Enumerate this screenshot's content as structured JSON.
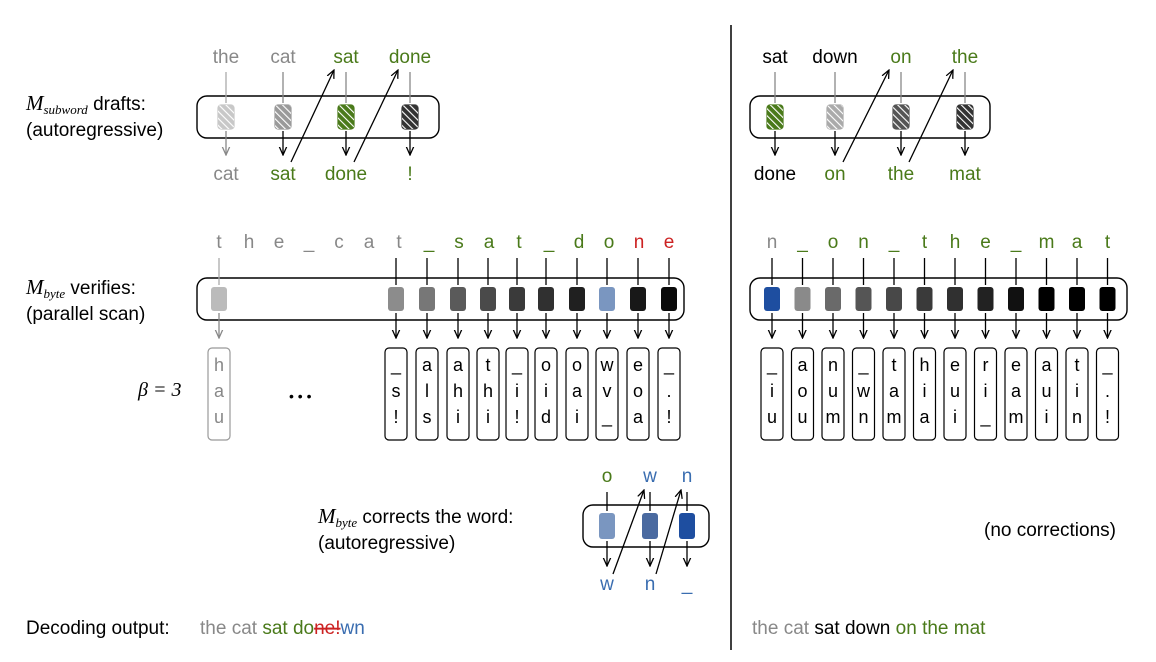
{
  "colors": {
    "gray": "#888888",
    "green": "#4a7a1a",
    "red": "#cc2222",
    "blue": "#3a6db0",
    "black": "#000000",
    "lightgray": "#bbbbbb"
  },
  "labels": {
    "draft_M": "M",
    "draft_sub": "subword",
    "draft_line1": " drafts:",
    "draft_line2": "(autoregressive)",
    "verify_M": "M",
    "verify_sub": "byte",
    "verify_line1": " verifies:",
    "verify_line2": "(parallel scan)",
    "correct_M": "M",
    "correct_sub": "byte",
    "correct_line1": " corrects the word:",
    "correct_line2": "(autoregressive)",
    "beta": "β = 3",
    "no_corrections": "(no corrections)",
    "decoding_output": "Decoding output:",
    "ellipsis": "• • •"
  },
  "left_draft": {
    "inputs": [
      {
        "text": "the",
        "color": "gray"
      },
      {
        "text": "cat",
        "color": "gray"
      },
      {
        "text": "sat",
        "color": "green"
      },
      {
        "text": "done",
        "color": "green"
      }
    ],
    "outputs": [
      {
        "text": "cat",
        "color": "gray"
      },
      {
        "text": "sat",
        "color": "green"
      },
      {
        "text": "done",
        "color": "green"
      },
      {
        "text": "!",
        "color": "green"
      }
    ],
    "cell_colors": [
      "#c8c8c8",
      "#9a9a9a",
      "#4a7a1a",
      "#333333"
    ]
  },
  "right_draft": {
    "inputs": [
      {
        "text": "sat",
        "color": "black"
      },
      {
        "text": "down",
        "color": "black"
      },
      {
        "text": "on",
        "color": "green"
      },
      {
        "text": "the",
        "color": "green"
      }
    ],
    "outputs": [
      {
        "text": "done",
        "color": "black"
      },
      {
        "text": "on",
        "color": "green"
      },
      {
        "text": "the",
        "color": "green"
      },
      {
        "text": "mat",
        "color": "green"
      }
    ],
    "cell_colors": [
      "#4a7a1a",
      "#aaaaaa",
      "#555555",
      "#333333"
    ]
  },
  "left_bytes": [
    {
      "text": "t",
      "color": "gray"
    },
    {
      "text": "h",
      "color": "gray"
    },
    {
      "text": "e",
      "color": "gray"
    },
    {
      "text": "_",
      "color": "gray"
    },
    {
      "text": "c",
      "color": "gray"
    },
    {
      "text": "a",
      "color": "gray"
    },
    {
      "text": "t",
      "color": "gray"
    },
    {
      "text": "_",
      "color": "green"
    },
    {
      "text": "s",
      "color": "green"
    },
    {
      "text": "a",
      "color": "green"
    },
    {
      "text": "t",
      "color": "green"
    },
    {
      "text": "_",
      "color": "green"
    },
    {
      "text": "d",
      "color": "green"
    },
    {
      "text": "o",
      "color": "green"
    },
    {
      "text": "n",
      "color": "red"
    },
    {
      "text": "e",
      "color": "red"
    }
  ],
  "left_cells": [
    "#bbbbbb",
    "#8c8c8c",
    "#777777",
    "#5a5a5a",
    "#4a4a4a",
    "#3a3a3a",
    "#303030",
    "#202020",
    "#7a96c0",
    "#181818",
    "#0a0a0a"
  ],
  "left_cands": [
    [
      "h",
      "a",
      "u"
    ],
    [
      "_",
      "s",
      "!"
    ],
    [
      "a",
      "l",
      "s"
    ],
    [
      "a",
      "h",
      "i"
    ],
    [
      "t",
      "h",
      "i"
    ],
    [
      "_",
      "i",
      "!"
    ],
    [
      "o",
      "i",
      "d"
    ],
    [
      "o",
      "a",
      "i"
    ],
    [
      "w",
      "v",
      "_"
    ],
    [
      "e",
      "o",
      "a"
    ],
    [
      "_",
      ".",
      "!"
    ]
  ],
  "right_bytes": [
    {
      "text": "n",
      "color": "gray"
    },
    {
      "text": "_",
      "color": "green"
    },
    {
      "text": "o",
      "color": "green"
    },
    {
      "text": "n",
      "color": "green"
    },
    {
      "text": "_",
      "color": "green"
    },
    {
      "text": "t",
      "color": "green"
    },
    {
      "text": "h",
      "color": "green"
    },
    {
      "text": "e",
      "color": "green"
    },
    {
      "text": "_",
      "color": "green"
    },
    {
      "text": "m",
      "color": "green"
    },
    {
      "text": "a",
      "color": "green"
    },
    {
      "text": "t",
      "color": "green"
    }
  ],
  "right_cells": [
    "#1e4ea0",
    "#8a8a8a",
    "#6a6a6a",
    "#555555",
    "#484848",
    "#3a3a3a",
    "#303030",
    "#222222",
    "#111111",
    "#000000",
    "#000000",
    "#000000"
  ],
  "right_cands": [
    [
      "_",
      "i",
      "u"
    ],
    [
      "a",
      "o",
      "u"
    ],
    [
      "n",
      "u",
      "m"
    ],
    [
      "_",
      "w",
      "n"
    ],
    [
      "t",
      "a",
      "m"
    ],
    [
      "h",
      "i",
      "a"
    ],
    [
      "e",
      "u",
      "i"
    ],
    [
      "r",
      "i",
      "_"
    ],
    [
      "e",
      "a",
      "m"
    ],
    [
      "a",
      "u",
      "i"
    ],
    [
      "t",
      "i",
      "n"
    ],
    [
      "_",
      ".",
      "!"
    ]
  ],
  "correction": {
    "inputs": [
      {
        "text": "o",
        "color": "green"
      },
      {
        "text": "w",
        "color": "blue"
      },
      {
        "text": "n",
        "color": "blue"
      }
    ],
    "outputs": [
      {
        "text": "w",
        "color": "blue"
      },
      {
        "text": "n",
        "color": "blue"
      },
      {
        "text": "_",
        "color": "blue"
      }
    ],
    "cell_colors": [
      "#7a96c0",
      "#4a6aa0",
      "#1e4ea0"
    ]
  },
  "left_output": [
    {
      "text": "the cat ",
      "color": "gray"
    },
    {
      "text": "sat do",
      "color": "green"
    },
    {
      "text": "ne!",
      "color": "red",
      "strike": true
    },
    {
      "text": "wn",
      "color": "blue"
    }
  ],
  "right_output": [
    {
      "text": "the cat ",
      "color": "gray"
    },
    {
      "text": "sat down ",
      "color": "black"
    },
    {
      "text": "on the mat",
      "color": "green"
    }
  ]
}
